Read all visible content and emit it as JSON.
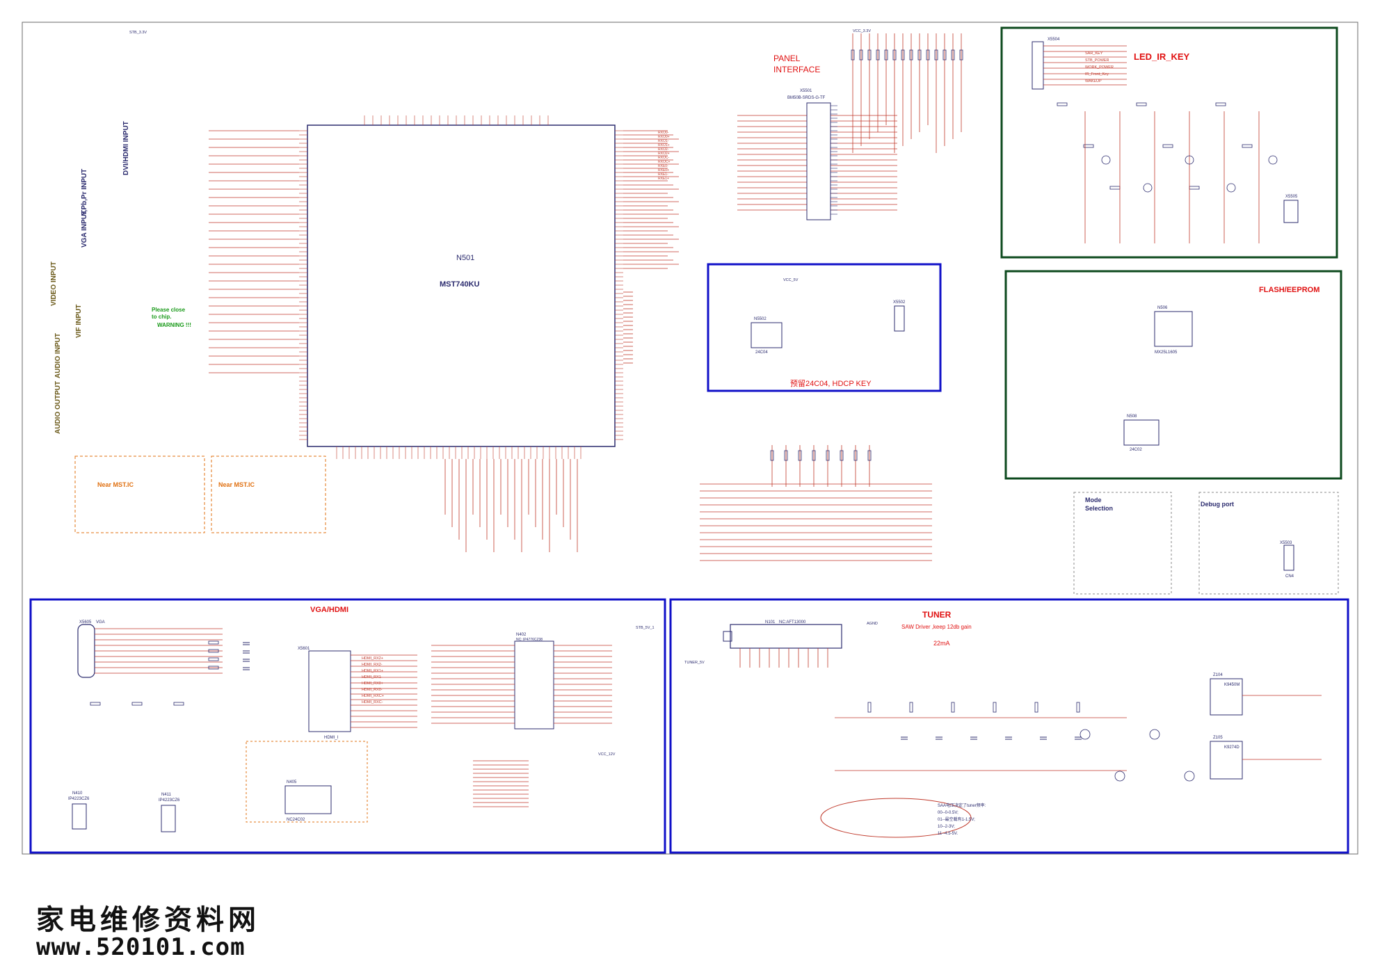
{
  "colors": {
    "wire": "#c0392b",
    "ink": "#2b2b6e",
    "box_blue": "#1010c8",
    "box_green": "#0d4a1e",
    "title_red": "#e01010",
    "label_dark": "#6b5a1a",
    "warn_green": "#1a9a1a",
    "orange": "#e07010"
  },
  "main_chip": {
    "ref": "N501",
    "part": "MST740KU"
  },
  "sections": {
    "panel_interface": {
      "line1": "PANEL",
      "line2": "INTERFACE"
    },
    "led_ir_key": "LED_IR_KEY",
    "flash_eeprom": "FLASH/EEPROM",
    "hdcp_key": "预留24C04, HDCP KEY",
    "vga_hdmi": "VGA/HDMI",
    "tuner": "TUNER",
    "tuner_sub": "SAW Driver ,keep 12db gain",
    "mode_selection_1": "Mode",
    "mode_selection_2": "Selection",
    "debug_port": "Debug port",
    "near_mst_1": "Near MST.IC",
    "near_mst_2": "Near MST.IC",
    "please_close_1": "Please close",
    "please_close_2": "to chip.",
    "warning": "WARNING !!!",
    "tuner_current": "22mA"
  },
  "side_labels": {
    "dvi_hdmi_input": "DVI/HDMI INPUT",
    "ypbpr_input": "Y,Pb,Pr INPUT",
    "vga_input": "VGA INPUT",
    "video_input": "VIDEO INPUT",
    "vif_input": "VIF INPUT",
    "audio_input": "AUDIO INPUT",
    "audio_output": "AUDIO OUTPUT"
  },
  "components": {
    "x5501": "X5501",
    "x5501_part": "BM50B-SRDS-G-TF",
    "n5502": "N5502",
    "n5502_part": "24C04",
    "x5502": "X5502",
    "n506": "N506",
    "n506_part": "MX25L1605",
    "n508": "N508",
    "n508_part": "24C02",
    "x5504": "X5504",
    "x5505": "X5505",
    "vga_conn": "X5605",
    "vga_conn_label": "VGA",
    "hdmi_conn": "X5601",
    "hdmi_conn_label": "HDMI_I",
    "n402": "N402",
    "n402_part": "NC: IP4776CZ38",
    "n410": "N410",
    "n410_part": "IP4223CZ6",
    "n411": "N411",
    "n411_part": "IP4223CZ6",
    "n405": "N405",
    "n405_part": "NC24C02",
    "tuner_module": "N101",
    "tuner_module_part": "NC:AFT13000",
    "z104": "Z104",
    "z104_part": "K9450M",
    "z105": "Z105",
    "z105_part": "K9274D",
    "x5503": "X5503",
    "x5503_label": "CN4"
  },
  "rails": [
    "STB_3.3V",
    "VCC_3.3V",
    "VCC_5V",
    "TUNER_5V",
    "VCC_12V",
    "STB_5V_1",
    "AGND"
  ],
  "nets_left": [
    "HDMI_RX2+",
    "HDMI_RX2-",
    "HDMI_RX1+",
    "HDMI_RX1-",
    "HDMI_RX0+",
    "HDMI_RX0-",
    "HDMI_RXC+",
    "HDMI_RXC-"
  ],
  "nets_right": [
    "RXO0-",
    "RXO0+",
    "RXO1-",
    "RXO1+",
    "RXO2-",
    "RXO2+",
    "RXOC-",
    "RXOC+",
    "RXE0-",
    "RXE0+",
    "RXE1-",
    "RXE1+"
  ],
  "led_nets": [
    "SAR_KEY",
    "STB_POWER",
    "WORK_POWER",
    "IR_Front_Key",
    "WAKEUP"
  ],
  "saw_note": {
    "line1": "SAA电压决定了tuner频率:",
    "line2": "00--0-0.5V;",
    "line3": "01--最空载有1-1.5V;",
    "line4": "10--2-3V;",
    "line5": "11--4.5-5V."
  },
  "watermark": {
    "cn": "家电维修资料网",
    "url": "www.520101.com"
  }
}
